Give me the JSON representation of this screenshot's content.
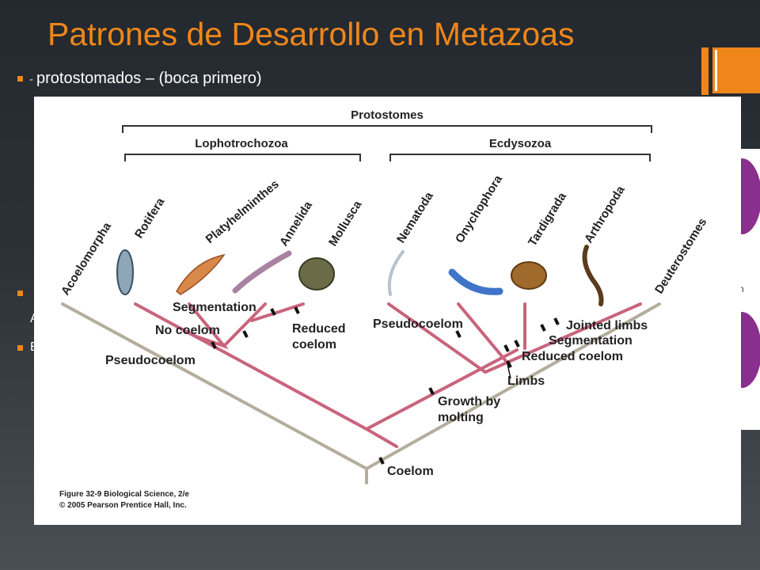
{
  "slide": {
    "title": "Patrones de Desarrollo en Metazoas",
    "bullet_dash": "-",
    "bullet_text": "protostomados – (boca primero)",
    "partial_h": "h",
    "partial_a": "A",
    "partial_b": "B",
    "accent": "#f0861a"
  },
  "figure": {
    "header_protostomes": "Protostomes",
    "header_lopho": "Lophotrochozoa",
    "header_ecdy": "Ecdysozoa",
    "taxa": {
      "acoelomorpha": "Acoelomorpha",
      "rotifera": "Rotifera",
      "platyhelminthes": "Platyhelminthes",
      "annelida": "Annelida",
      "mollusca": "Mollusca",
      "nematoda": "Nematoda",
      "onychophora": "Onychophora",
      "tardigrada": "Tardigrada",
      "arthropoda": "Arthropoda",
      "deuterostomes": "Deuterostomes"
    },
    "traits": {
      "segmentation_top": "Segmentation",
      "no_coelom": "No coelom",
      "reduced_coelom_1a": "Reduced",
      "reduced_coelom_1b": "coelom",
      "pseudocoelom_left": "Pseudocoelom",
      "pseudocoelom_right": "Pseudocoelom",
      "jointed_limbs": "Jointed limbs",
      "segmentation_right": "Segmentation",
      "reduced_coelom_2": "Reduced coelom",
      "limbs": "Limbs",
      "growth_a": "Growth by",
      "growth_b": "molting",
      "coelom": "Coelom"
    },
    "credit_1": "Figure 32-9 Biological Science, 2/e",
    "credit_2": "© 2005 Pearson Prentice Hall, Inc.",
    "colors": {
      "protostome_branch": "#c9647c",
      "basal_branch": "#b5ad9c"
    }
  }
}
